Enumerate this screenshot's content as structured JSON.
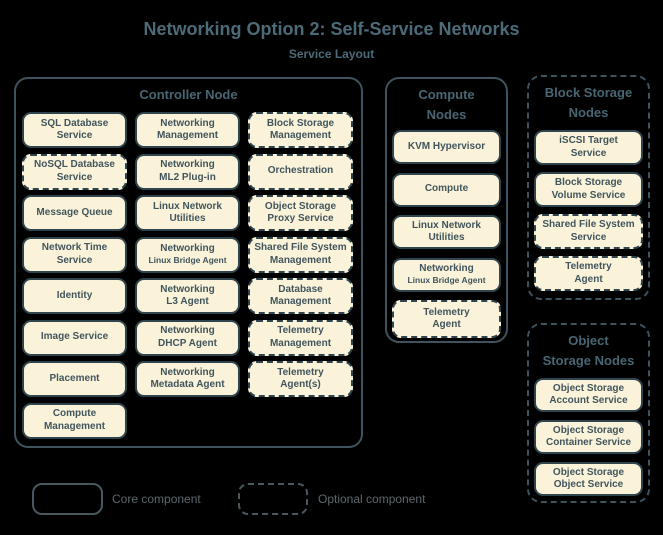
{
  "title": "Networking Option 2: Self-Service Networks",
  "subtitle": "Service Layout",
  "colors": {
    "bg": "#000000",
    "node_fill": "#faf3da",
    "node_border": "#2f444d",
    "node_text": "#42555d",
    "outline": "#3e535d",
    "heading": "#4a6673",
    "title": "#4c6b79",
    "legend_text": "#5c686e",
    "legend_border": "#49585f"
  },
  "containers": {
    "controller": {
      "title": "Controller Node",
      "items": [
        {
          "label": "SQL Database\nService",
          "type": "core"
        },
        {
          "label": "Networking\nManagement",
          "type": "core"
        },
        {
          "label": "Block Storage\nManagement",
          "type": "optional"
        },
        {
          "label": "NoSQL Database\nService",
          "type": "optional"
        },
        {
          "label": "Networking\nML2 Plug-in",
          "type": "core"
        },
        {
          "label": "Orchestration",
          "type": "optional"
        },
        {
          "label": "Message Queue",
          "type": "core"
        },
        {
          "label": "Linux Network\nUtilities",
          "type": "core"
        },
        {
          "label": "Object Storage\nProxy Service",
          "type": "optional"
        },
        {
          "label": "Network Time\nService",
          "type": "core"
        },
        {
          "label": "Networking",
          "sublabel": "Linux Bridge Agent",
          "type": "core"
        },
        {
          "label": "Shared File System\nManagement",
          "type": "optional"
        },
        {
          "label": "Identity",
          "type": "core"
        },
        {
          "label": "Networking\nL3 Agent",
          "type": "core"
        },
        {
          "label": "Database\nManagement",
          "type": "optional"
        },
        {
          "label": "Image Service",
          "type": "core"
        },
        {
          "label": "Networking\nDHCP Agent",
          "type": "core"
        },
        {
          "label": "Telemetry\nManagement",
          "type": "optional"
        },
        {
          "label": "Placement",
          "type": "core"
        },
        {
          "label": "Networking\nMetadata Agent",
          "type": "core"
        },
        {
          "label": "Telemetry\nAgent(s)",
          "type": "optional"
        },
        {
          "label": "Compute\nManagement",
          "type": "core"
        }
      ]
    },
    "compute": {
      "title": "Compute\nNodes",
      "type": "core",
      "items": [
        {
          "label": "KVM Hypervisor",
          "type": "core"
        },
        {
          "label": "Compute",
          "type": "core"
        },
        {
          "label": "Linux Network\nUtilities",
          "type": "core"
        },
        {
          "label": "Networking",
          "sublabel": "Linux Bridge Agent",
          "type": "core"
        },
        {
          "label": "Telemetry\nAgent",
          "type": "optional"
        }
      ]
    },
    "block_storage": {
      "title": "Block Storage\nNodes",
      "type": "optional",
      "items": [
        {
          "label": "iSCSI Target\nService",
          "type": "core"
        },
        {
          "label": "Block Storage\nVolume Service",
          "type": "core"
        },
        {
          "label": "Shared File System\nService",
          "type": "optional"
        },
        {
          "label": "Telemetry\nAgent",
          "type": "optional"
        }
      ]
    },
    "object_storage": {
      "title": "Object\nStorage Nodes",
      "type": "optional",
      "items": [
        {
          "label": "Object Storage\nAccount Service",
          "type": "core"
        },
        {
          "label": "Object Storage\nContainer Service",
          "type": "core"
        },
        {
          "label": "Object Storage\nObject Service",
          "type": "core"
        }
      ]
    }
  },
  "legend": {
    "core_label": "Core component",
    "optional_label": "Optional component"
  }
}
